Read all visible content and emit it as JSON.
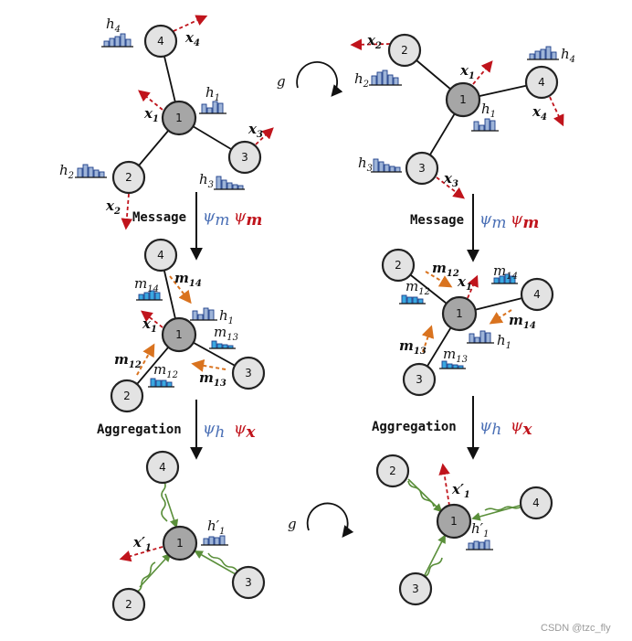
{
  "node_labels": [
    "1",
    "2",
    "3",
    "4"
  ],
  "features": {
    "h1": "h",
    "h1_sub": "1",
    "h2": "h",
    "h2_sub": "2",
    "h3": "h",
    "h3_sub": "3",
    "h4": "h",
    "h4_sub": "4",
    "h1_prime": "h′",
    "h1_prime_sub": "1"
  },
  "positions": {
    "x1": "x",
    "x1_sub": "1",
    "x2": "x",
    "x2_sub": "2",
    "x3": "x",
    "x3_sub": "3",
    "x4": "x",
    "x4_sub": "4",
    "x1_prime": "x′",
    "x1_prime_sub": "1"
  },
  "messages": {
    "m12": "m",
    "m12_sub": "12",
    "m13": "m",
    "m13_sub": "13",
    "m14": "m",
    "m14_sub": "14"
  },
  "transformation": "g",
  "steps": {
    "message": "Message",
    "aggregation": "Aggregation"
  },
  "functions": {
    "psi_m": "ψ",
    "psi_m_sub": "m",
    "psi_m_red": "ψ",
    "psi_m_red_sub": "m",
    "psi_h": "ψ",
    "psi_h_sub": "h",
    "psi_x": "ψ",
    "psi_x_sub": "x"
  },
  "watermark": "CSDN @tzc_fly",
  "colors": {
    "node_fill": "#e3e3e3",
    "center_node_fill": "#a6a6a6",
    "position_arrow": "#c0141c",
    "message_arrow": "#d9731f",
    "aggregation_arrow": "#5a8f3a",
    "feature_bar": "#9eb4d8",
    "message_bar": "#3aa7e0",
    "psi_blue": "#4a6fb5",
    "psi_red": "#c0141c"
  }
}
